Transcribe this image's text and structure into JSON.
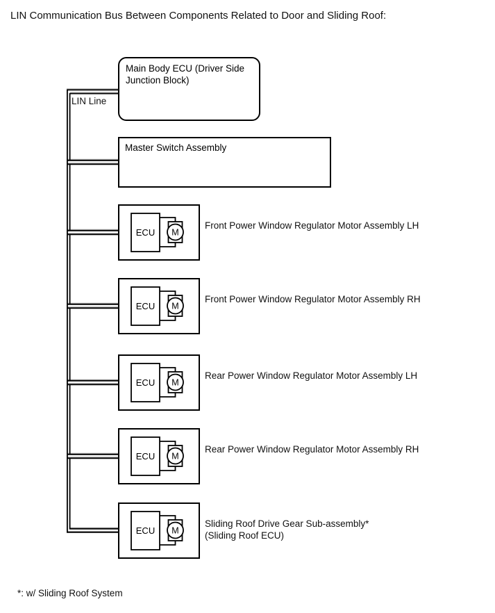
{
  "page": {
    "title": "LIN Communication Bus Between Components Related to Door and Sliding Roof:",
    "footnote": "*: w/ Sliding Roof System"
  },
  "bus": {
    "label": "LIN Line"
  },
  "components": {
    "main_body_ecu": {
      "label": "Main Body ECU (Driver Side Junction Block)"
    },
    "master_switch": {
      "label": "Master Switch Assembly"
    },
    "motor_units": [
      {
        "ecu": "ECU",
        "motor": "M",
        "label": "Front Power Window Regulator Motor Assembly LH"
      },
      {
        "ecu": "ECU",
        "motor": "M",
        "label": "Front Power Window Regulator Motor Assembly RH"
      },
      {
        "ecu": "ECU",
        "motor": "M",
        "label": "Rear Power Window Regulator Motor Assembly LH"
      },
      {
        "ecu": "ECU",
        "motor": "M",
        "label": "Rear Power Window Regulator Motor Assembly RH"
      },
      {
        "ecu": "ECU",
        "motor": "M",
        "label": "Sliding Roof Drive Gear Sub-assembly*\n(Sliding Roof ECU)"
      }
    ]
  },
  "colors": {
    "line": "#000000",
    "background": "#ffffff",
    "text": "#000000"
  }
}
